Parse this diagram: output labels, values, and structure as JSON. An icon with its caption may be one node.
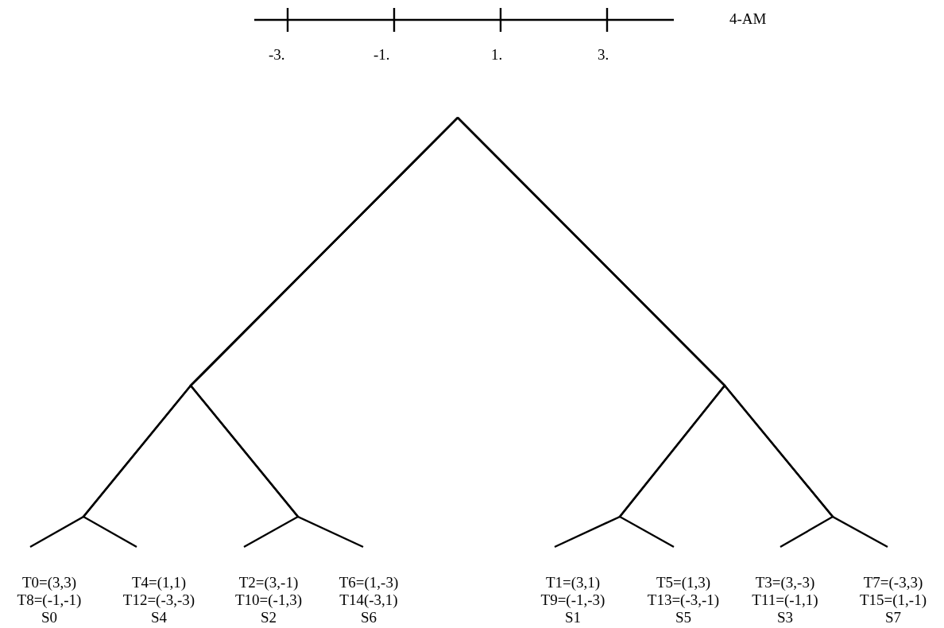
{
  "diagram": {
    "nodes": [
      {
        "text": [
          "T0=(3,3)",
          "T8=(-1,-1)",
          "S0"
        ]
      },
      {
        "text": [
          "T4=(1,1)",
          "T12=(-3,-3)",
          "S4"
        ]
      },
      {
        "text": [
          "T2=(3,-1)",
          "T10=(-1,3)",
          "S2"
        ]
      },
      {
        "text": [
          "T6=(1,-3)",
          "T14(-3,1)",
          "S6"
        ]
      },
      {
        "text": [
          "T1=(3,1)",
          "T9=(-1,-3)",
          "S1"
        ]
      },
      {
        "text": [
          "T5=(1,3)",
          "T13=(-3,-1)",
          "S5"
        ]
      },
      {
        "text": [
          "T3=(3,-3)",
          "T11=(-1,1)",
          "S3"
        ]
      },
      {
        "text": [
          "T7=(-3,3)",
          "T15=(1,-1)",
          "S7"
        ]
      }
    ],
    "edges": [
      {
        "from": null,
        "to": 0,
        "arrow": "none"
      },
      {
        "from": null,
        "to": 1,
        "arrow": "none"
      },
      {
        "from": null,
        "to": 2,
        "arrow": "none"
      },
      {
        "from": null,
        "to": 3,
        "arrow": "none"
      },
      {
        "from": null,
        "to": 4,
        "arrow": "none"
      },
      {
        "from": null,
        "to": 5,
        "arrow": "none"
      },
      {
        "from": null,
        "to": 6,
        "arrow": "none"
      },
      {
        "from": null,
        "to": 7,
        "arrow": "none"
      }
    ],
    "labels": [
      "4-AM",
      "-3.",
      "-1.",
      "1.",
      "3."
    ]
  }
}
